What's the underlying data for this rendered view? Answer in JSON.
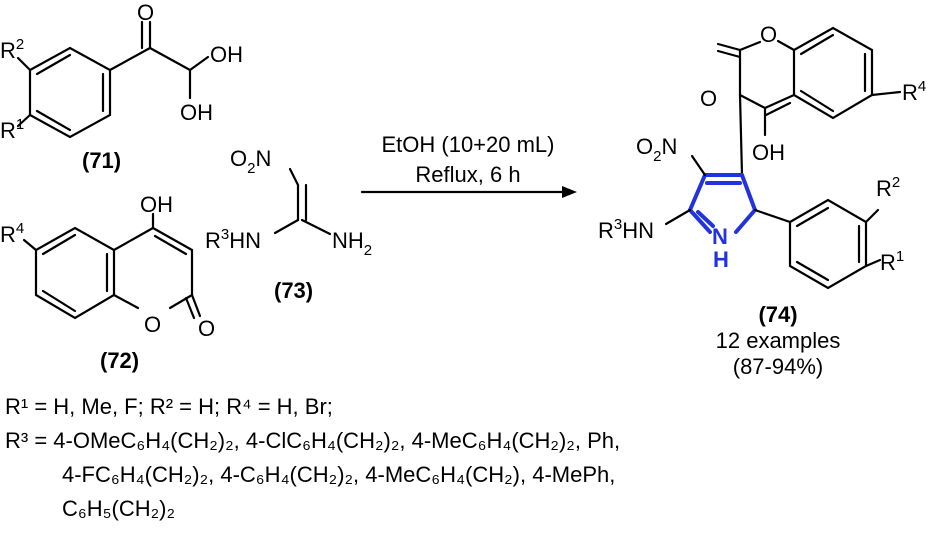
{
  "compounds": {
    "c71": {
      "id": "(71)",
      "oh_a": "OH",
      "oh_b": "OH",
      "o": "O"
    },
    "c72": {
      "id": "(72)",
      "oh": "OH",
      "o_ring": "O",
      "o_carbonyl": "O"
    },
    "c73": {
      "id": "(73)"
    },
    "c74": {
      "id": "(74)",
      "examples": "12 examples",
      "yield": "(87-94%)",
      "o_ring": "O",
      "o_carbonyl": "O",
      "oh": "OH",
      "n_ring": "N",
      "h_ring": "H"
    }
  },
  "reaction": {
    "solvent": "EtOH (10+20 mL)",
    "conditions": "Reflux, 6 h"
  },
  "substituents": {
    "line1": "R¹ = H, Me, F; R² = H; R⁴ = H, Br;",
    "line2": "R³ = 4-OMeC₆H₄(CH₂)₂, 4-ClC₆H₄(CH₂)₂, 4-MeC₆H₄(CH₂)₂, Ph,",
    "line3": "4-FC₆H₄(CH₂)₂, 4-C₆H₄(CH₂)₂, 4-MeC₆H₄(CH₂), 4-MePh,",
    "line4": "C₆H₅(CH₂)₂"
  },
  "colors": {
    "highlight": "#2233dd"
  }
}
